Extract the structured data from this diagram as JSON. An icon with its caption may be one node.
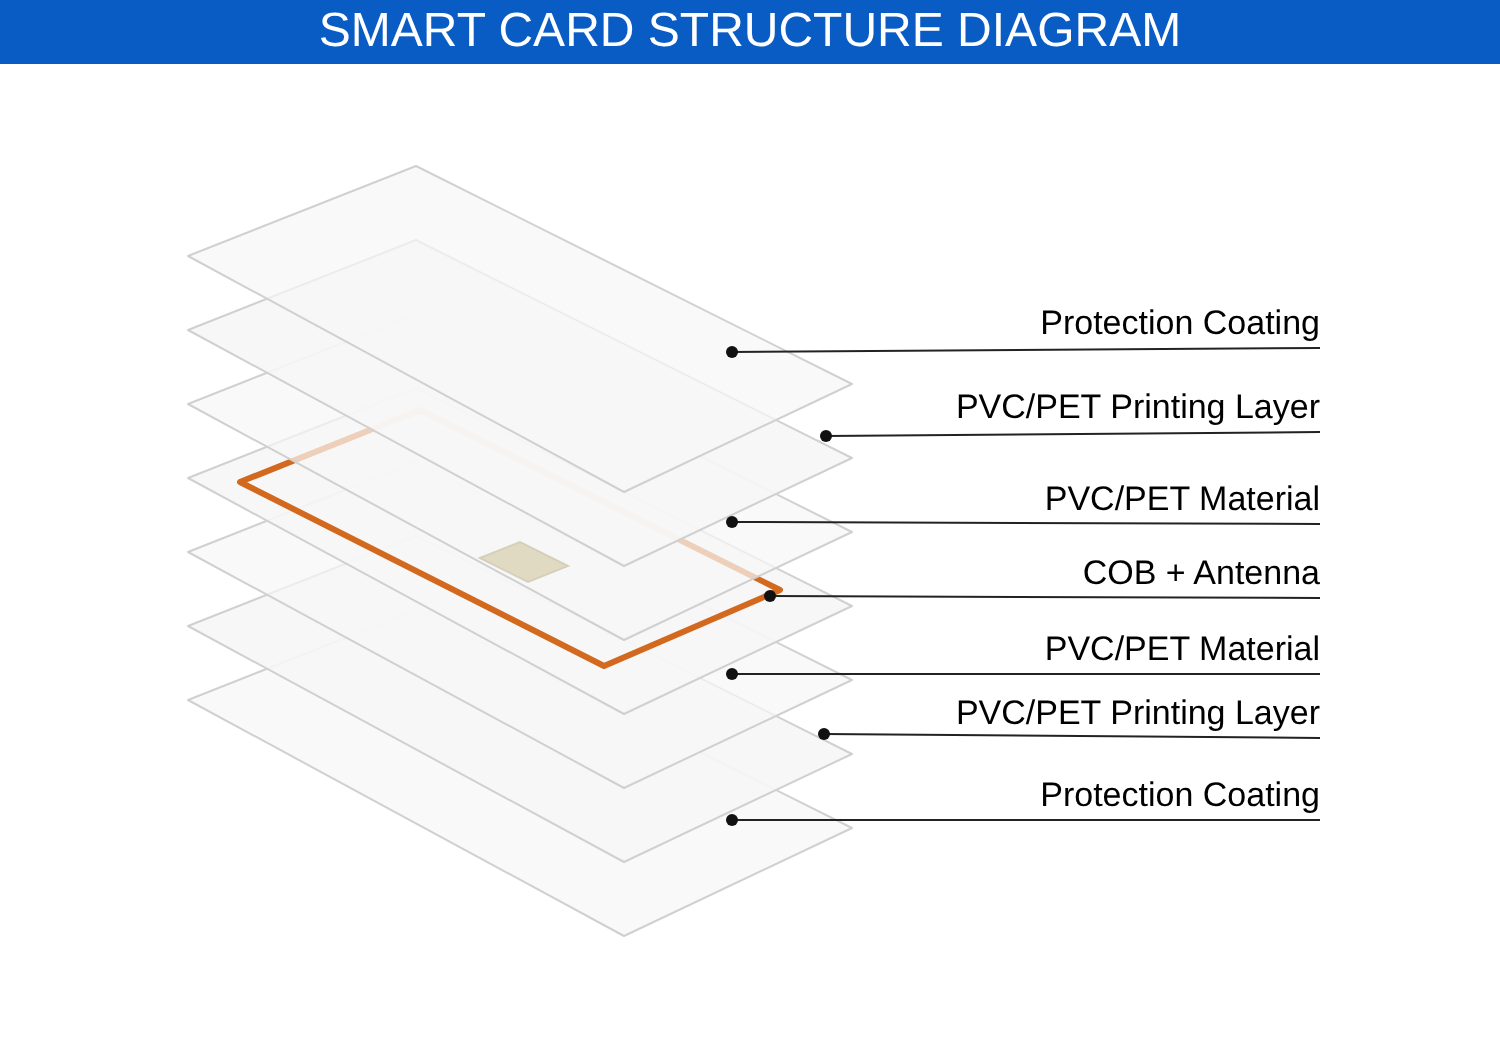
{
  "diagram": {
    "title": "SMART CARD STRUCTURE DIAGRAM",
    "nodes": [
      {
        "text": [
          "Protection Coating"
        ]
      },
      {
        "text": [
          "PVC/PET Printing Layer"
        ]
      },
      {
        "text": [
          "PVC/PET Material"
        ]
      },
      {
        "text": [
          "COB + Antenna"
        ]
      },
      {
        "text": [
          "PVC/PET Material"
        ]
      },
      {
        "text": [
          "PVC/PET Printing Layer"
        ]
      },
      {
        "text": [
          "Protection Coating"
        ]
      },
      {
        "text": [],
        "shape": "picture"
      },
      {
        "text": [],
        "shape": "picture"
      },
      {
        "text": [],
        "shape": "picture"
      },
      {
        "text": [],
        "shape": "picture"
      },
      {
        "text": [],
        "shape": "picture"
      },
      {
        "text": [],
        "shape": "picture"
      },
      {
        "text": [],
        "shape": "picture"
      }
    ],
    "edges": [
      {
        "from": 0,
        "to": 7,
        "arrow": "other"
      },
      {
        "from": 1,
        "to": 8,
        "arrow": "other"
      },
      {
        "from": 2,
        "to": 9,
        "arrow": "other"
      },
      {
        "from": 3,
        "to": 10,
        "arrow": "other"
      },
      {
        "from": 4,
        "to": 11,
        "arrow": "other"
      },
      {
        "from": 5,
        "to": 12,
        "arrow": "other"
      },
      {
        "from": 6,
        "to": 13,
        "arrow": "other"
      }
    ]
  }
}
